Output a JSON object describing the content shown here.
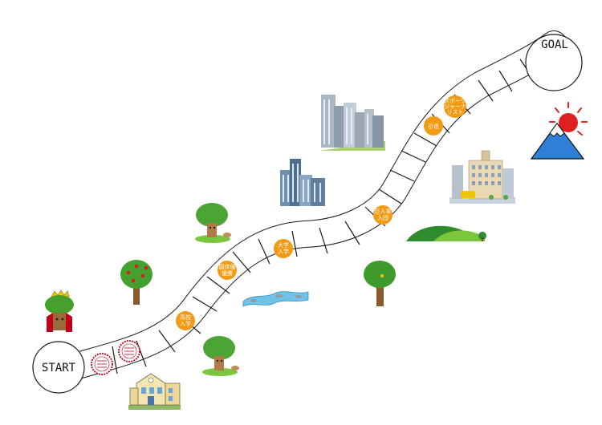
{
  "board": {
    "start_label": "START",
    "goal_label": "GOAL"
  },
  "events": {
    "high_school": [
      "高校",
      "入学"
    ],
    "national_sports": [
      "国体優",
      "優勝"
    ],
    "university": [
      "大学",
      "入学"
    ],
    "pro_team": [
      "巨人軍",
      "入団"
    ],
    "retire": [
      "引退"
    ],
    "sports_journalist": [
      "スポーツ",
      "ジャーナ",
      "リスト"
    ]
  },
  "colors": {
    "badge": "#f29a12",
    "road_edge": "#1a1a1a",
    "road_fill": "#ffffff",
    "seal": "#c0001a",
    "mountain": "#2f7fd6",
    "sun": "#e02020",
    "hill_dark": "#2e8b2e",
    "hill_light": "#7cc63d"
  },
  "icons": [
    "school-building-icon",
    "seal-stamp-icon",
    "tree-king-icon",
    "apple-tree-icon",
    "tree-character-icon",
    "river-icon",
    "city-buildings-icon",
    "skyscrapers-icon",
    "department-store-icon",
    "green-hills-icon",
    "tree-icon",
    "mount-fuji-sunrise-icon"
  ]
}
